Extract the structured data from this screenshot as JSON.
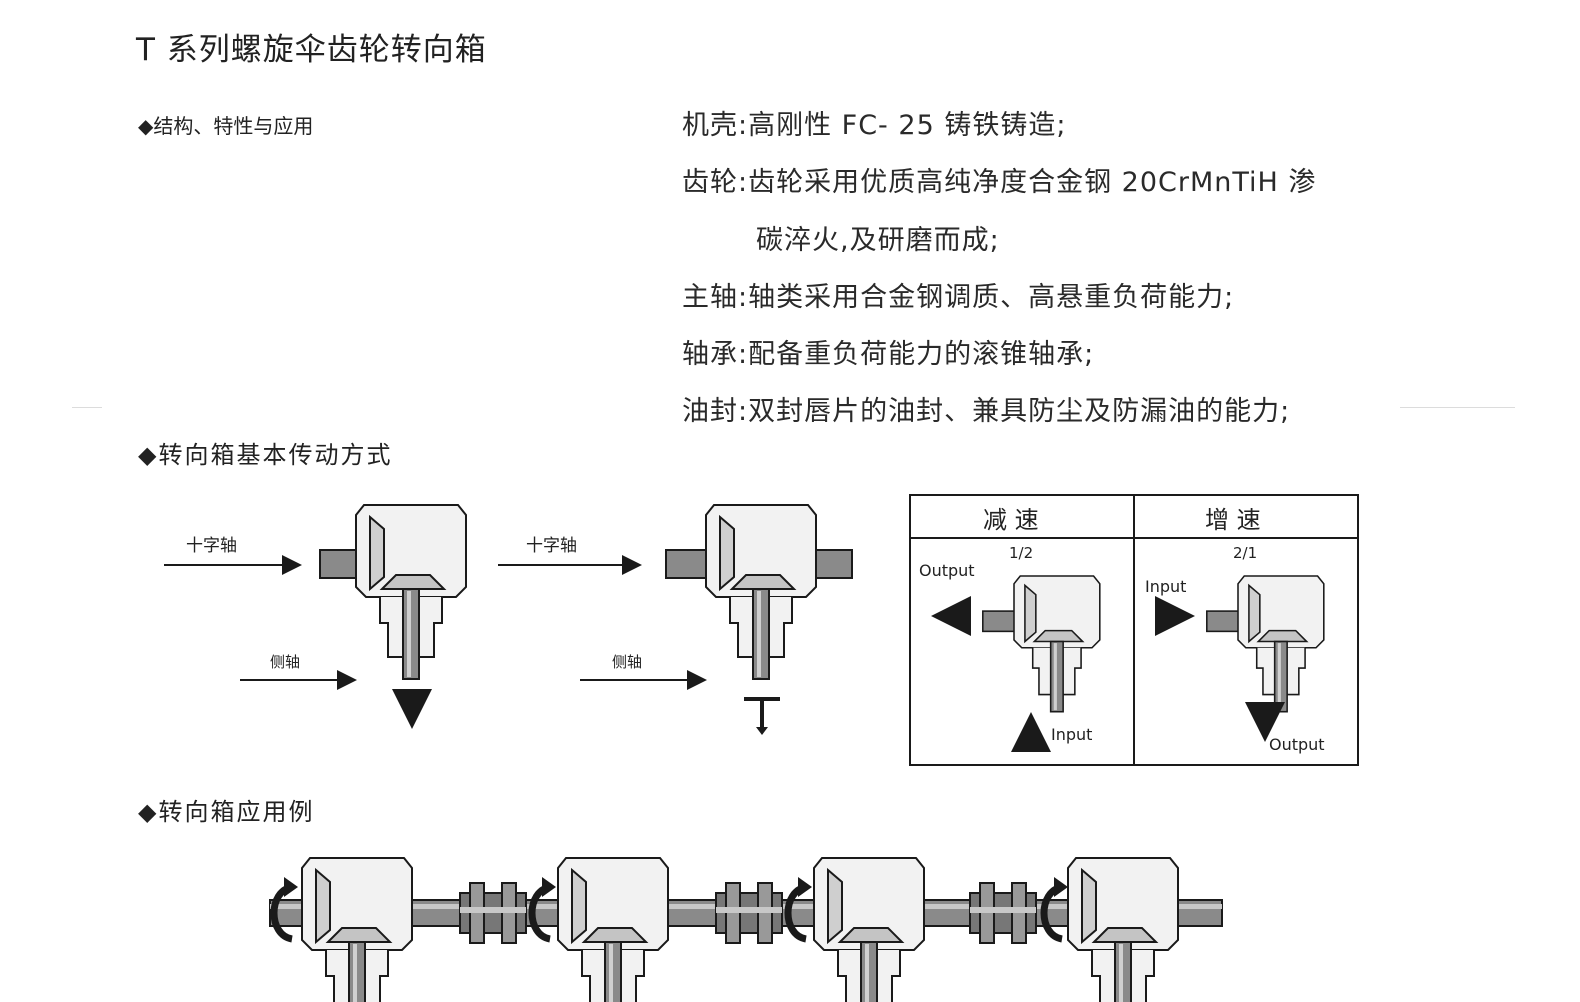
{
  "document": {
    "title": "T 系列螺旋伞齿轮转向箱",
    "section_structure": "◆结构、特性与应用",
    "specs": [
      "机壳:高刚性 FC- 25 铸铁铸造;",
      "齿轮:齿轮采用优质高纯净度合金钢 20CrMnTiH 渗",
      "碳淬火,及研磨而成;",
      "主轴:轴类采用合金钢调质、高悬重负荷能力;",
      "轴承:配备重负荷能力的滚锥轴承;",
      "油封:双封唇片的油封、兼具防尘及防漏油的能力;"
    ],
    "section_transmission": "◆转向箱基本传动方式",
    "section_application": "◆转向箱应用例"
  },
  "diagram": {
    "cross_shaft_label": "十字轴",
    "side_shaft_label": "侧轴",
    "table_header_reduce": "减 速",
    "table_header_increase": "增 速",
    "ratio_reduce": "1/2",
    "ratio_increase": "2/1",
    "label_output": "Output",
    "label_input": "Input"
  },
  "colors": {
    "housing_fill": "#f2f2f2",
    "gear_fill": "#c8c8c8",
    "shaft_fill": "#8a8a8a",
    "line": "#1a1a1a"
  }
}
